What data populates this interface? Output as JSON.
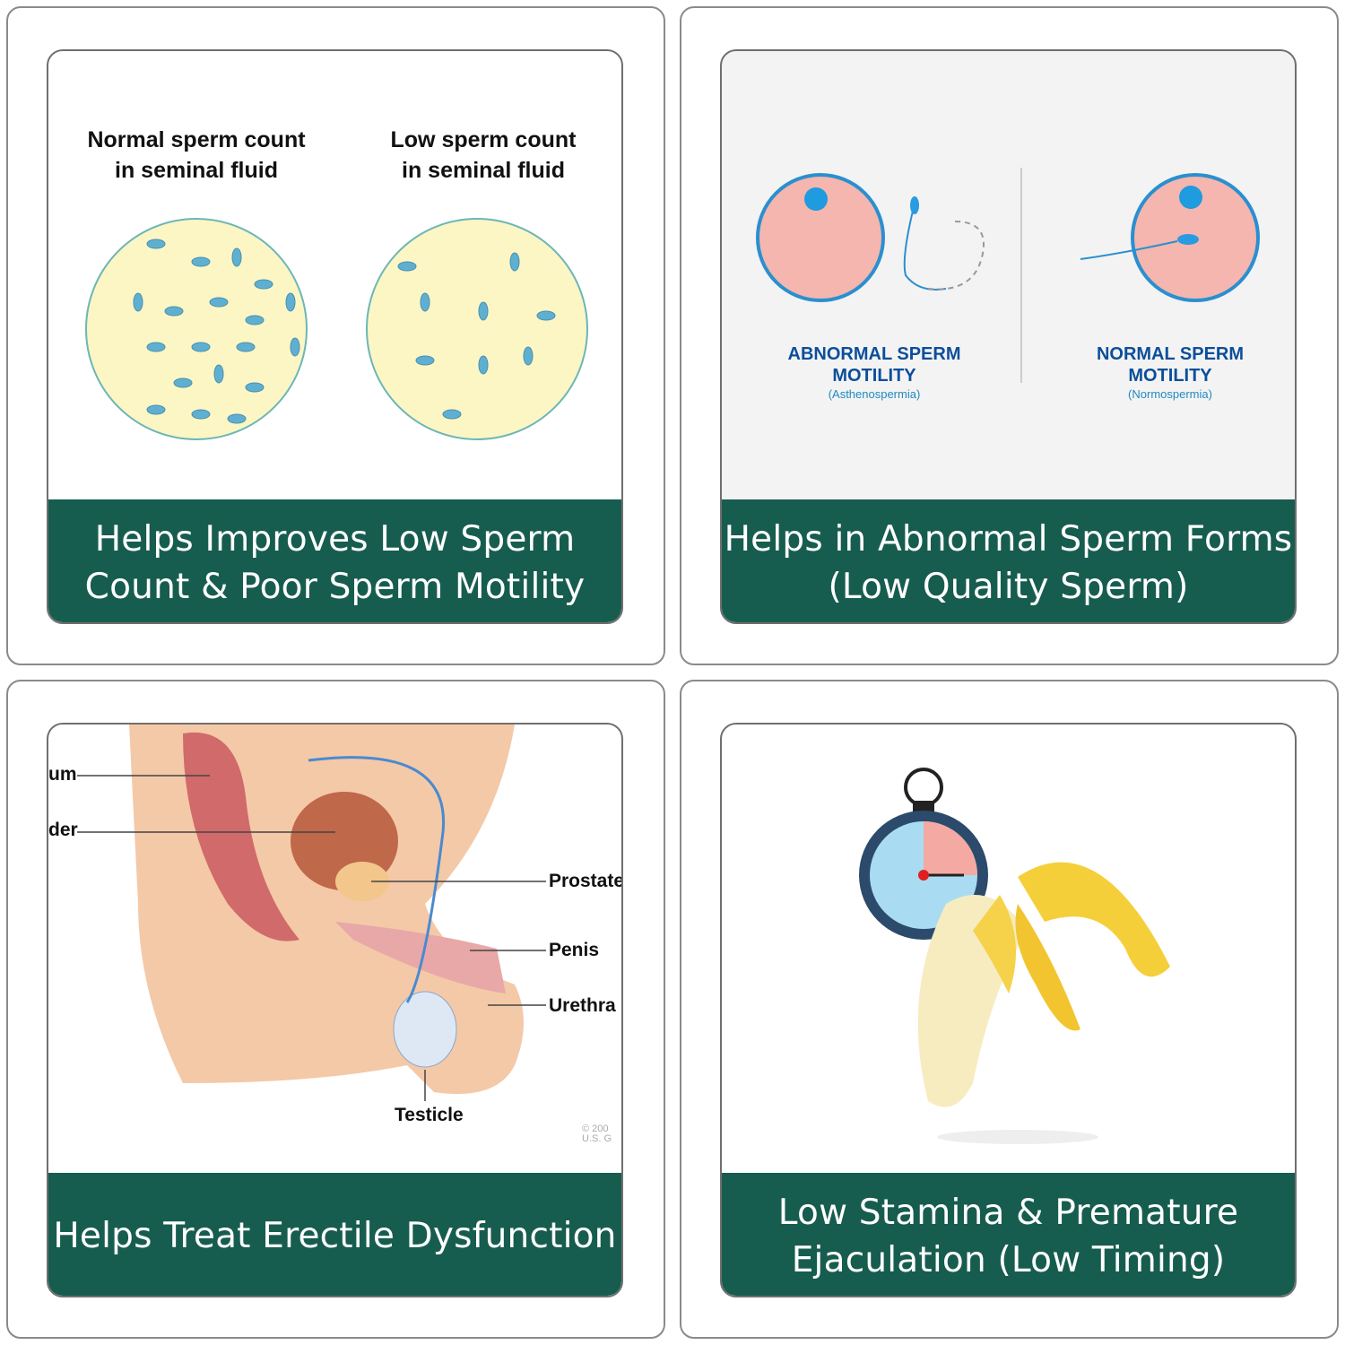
{
  "cards": [
    {
      "caption": "Helps Improves Low Sperm\nCount & Poor Sperm Motility",
      "labels": {
        "normal": "Normal sperm count\nin seminal fluid",
        "low": "Low sperm count\nin seminal fluid"
      }
    },
    {
      "caption": "Helps in Abnormal Sperm Forms\n(Low Quality Sperm)",
      "labels": {
        "abnormal_title": "ABNORMAL SPERM\nMOTILITY",
        "abnormal_sub": "(Asthenospermia)",
        "normal_title": "NORMAL SPERM\nMOTILITY",
        "normal_sub": "(Normospermia)"
      }
    },
    {
      "caption": "Helps Treat Erectile Dysfunction",
      "labels": {
        "rectum": "um",
        "bladder": "der",
        "prostate": "Prostate",
        "penis": "Penis",
        "urethra": "Urethra",
        "testicle": "Testicle",
        "copyright": "© 200\nU.S. G"
      }
    },
    {
      "caption": "Low Stamina & Premature\nEjaculation (Low Timing)"
    }
  ],
  "colors": {
    "caption_bg": "#175d4f",
    "heading_blue": "#0b4f9a"
  }
}
